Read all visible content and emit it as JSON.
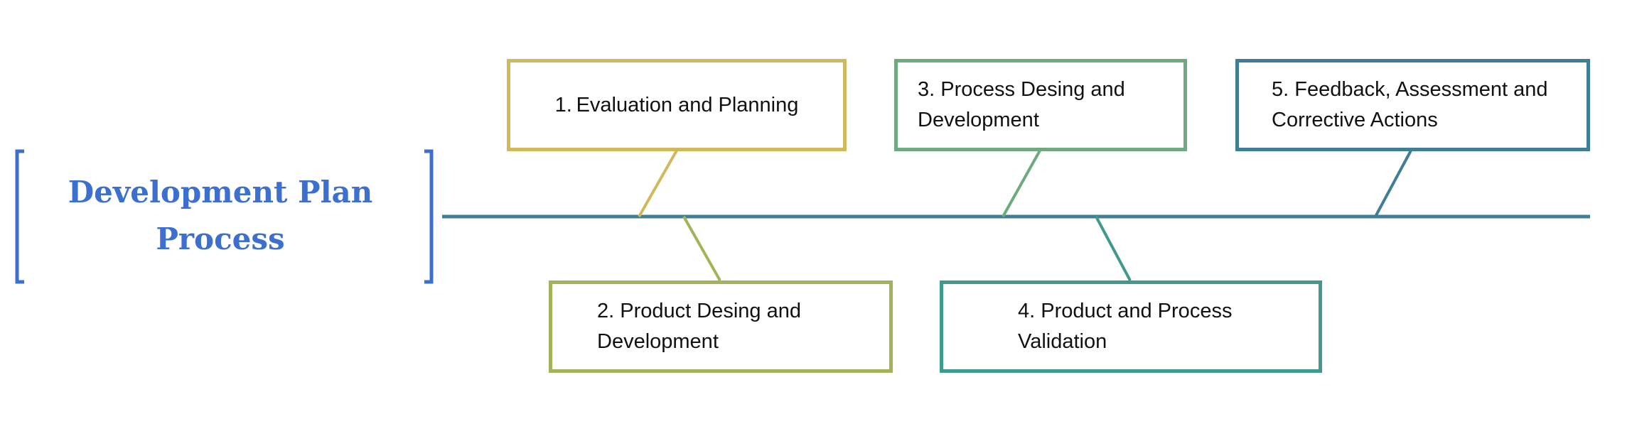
{
  "title": {
    "line1": "Development Plan",
    "line2": "Process",
    "color": "#3d6fcf"
  },
  "spine_color": "#3f7f95",
  "steps": [
    {
      "label": "1. Evaluation and Planning",
      "color": "#d2b85c"
    },
    {
      "label": "2. Product Desing and Development",
      "color": "#a4b25a"
    },
    {
      "label": "3. Process Desing and Development",
      "color": "#6eaa7d"
    },
    {
      "label": "4. Product and Process Validation",
      "color": "#3f9a8d"
    },
    {
      "label": "5. Feedback, Assessment and Corrective Actions",
      "color": "#3f7f95"
    }
  ]
}
